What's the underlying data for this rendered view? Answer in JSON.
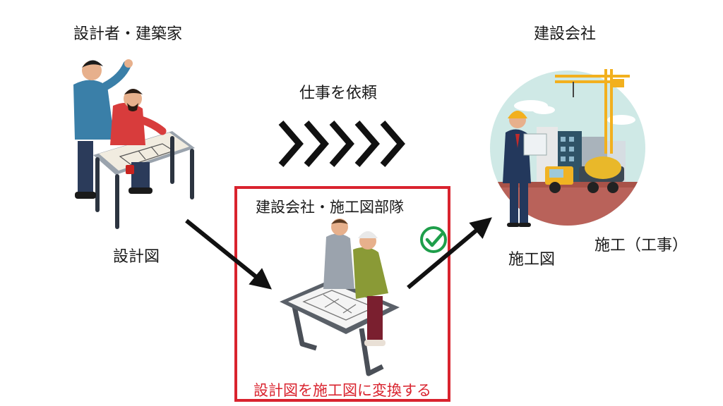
{
  "labels": {
    "designer_title": "設計者・建築家",
    "construction_company_title": "建設会社",
    "request_work": "仕事を依頼",
    "shop_drawing_team": "建設会社・施工図部隊",
    "design_drawing": "設計図",
    "shop_drawing": "施工図",
    "construction_work": "施工（工事）",
    "convert_caption": "設計図を施工図に変換する"
  },
  "colors": {
    "accent_red": "#d9232e",
    "check_green": "#1e9e4a",
    "arrow_black": "#111111",
    "sky": "#cfe9e6",
    "ground": "#b9625a",
    "crane_yellow": "#f2b01e"
  },
  "icons": [
    "designers-illustration",
    "chevrons-icon",
    "shop-drawing-team-illustration",
    "check-circle-icon",
    "construction-site-illustration",
    "arrow-icon"
  ]
}
